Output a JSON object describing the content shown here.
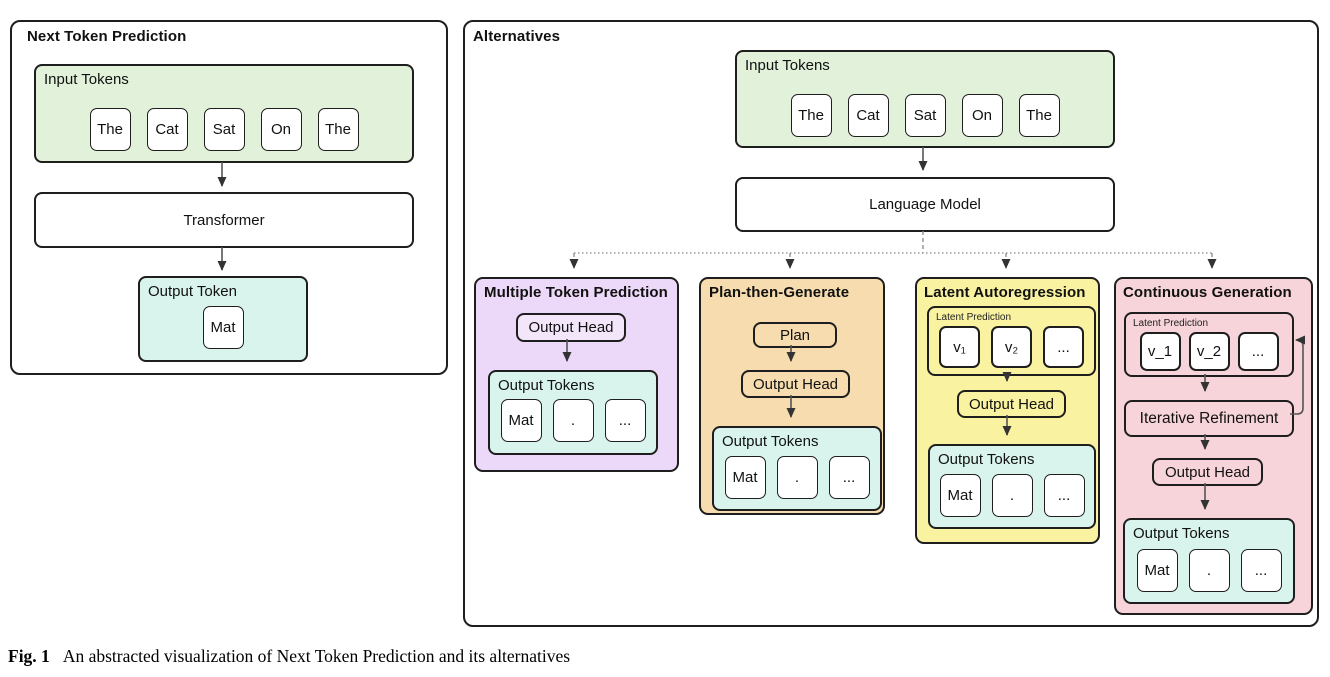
{
  "colors": {
    "border": "#1e1e1e",
    "green": "#e1f1da",
    "mint": "#d9f4ec",
    "purple": "#ecd8f8",
    "purple_box": "#f3e6fb",
    "orange": "#f6dcae",
    "yellow": "#f9f2a1",
    "pink": "#f7d4d9",
    "arrow_head": "#333333",
    "arrow_shaft": "#555555",
    "dash": "#888888"
  },
  "left_panel": {
    "title": "Next Token Prediction",
    "input": {
      "label": "Input Tokens",
      "tokens": [
        "The",
        "Cat",
        "Sat",
        "On",
        "The"
      ]
    },
    "model": "Transformer",
    "output": {
      "label": "Output Token",
      "token": "Mat"
    }
  },
  "right_panel": {
    "title": "Alternatives",
    "input": {
      "label": "Input Tokens",
      "tokens": [
        "The",
        "Cat",
        "Sat",
        "On",
        "The"
      ]
    },
    "model": "Language Model",
    "mtp": {
      "title": "Multiple Token Prediction",
      "output_head": "Output Head",
      "output": {
        "label": "Output Tokens",
        "tokens": [
          "Mat",
          ".",
          "..."
        ]
      }
    },
    "ptg": {
      "title": "Plan-then-Generate",
      "plan": "Plan",
      "output_head": "Output Head",
      "output": {
        "label": "Output Tokens",
        "tokens": [
          "Mat",
          ".",
          "..."
        ]
      }
    },
    "lar": {
      "title": "Latent Autoregression",
      "latent": {
        "label": "Latent Prediction",
        "tokens": [
          "v₁",
          "v₂",
          "..."
        ]
      },
      "output_head": "Output Head",
      "output": {
        "label": "Output Tokens",
        "tokens": [
          "Mat",
          ".",
          "..."
        ]
      }
    },
    "cg": {
      "title": "Continuous Generation",
      "latent": {
        "label": "Latent Prediction",
        "tokens": [
          "v_1",
          "v_2",
          "..."
        ]
      },
      "refine": "Iterative Refinement",
      "output_head": "Output Head",
      "output": {
        "label": "Output Tokens",
        "tokens": [
          "Mat",
          ".",
          "..."
        ]
      }
    }
  },
  "caption": {
    "tag": "Fig. 1",
    "text": "An abstracted visualization of Next Token Prediction and its alternatives"
  }
}
